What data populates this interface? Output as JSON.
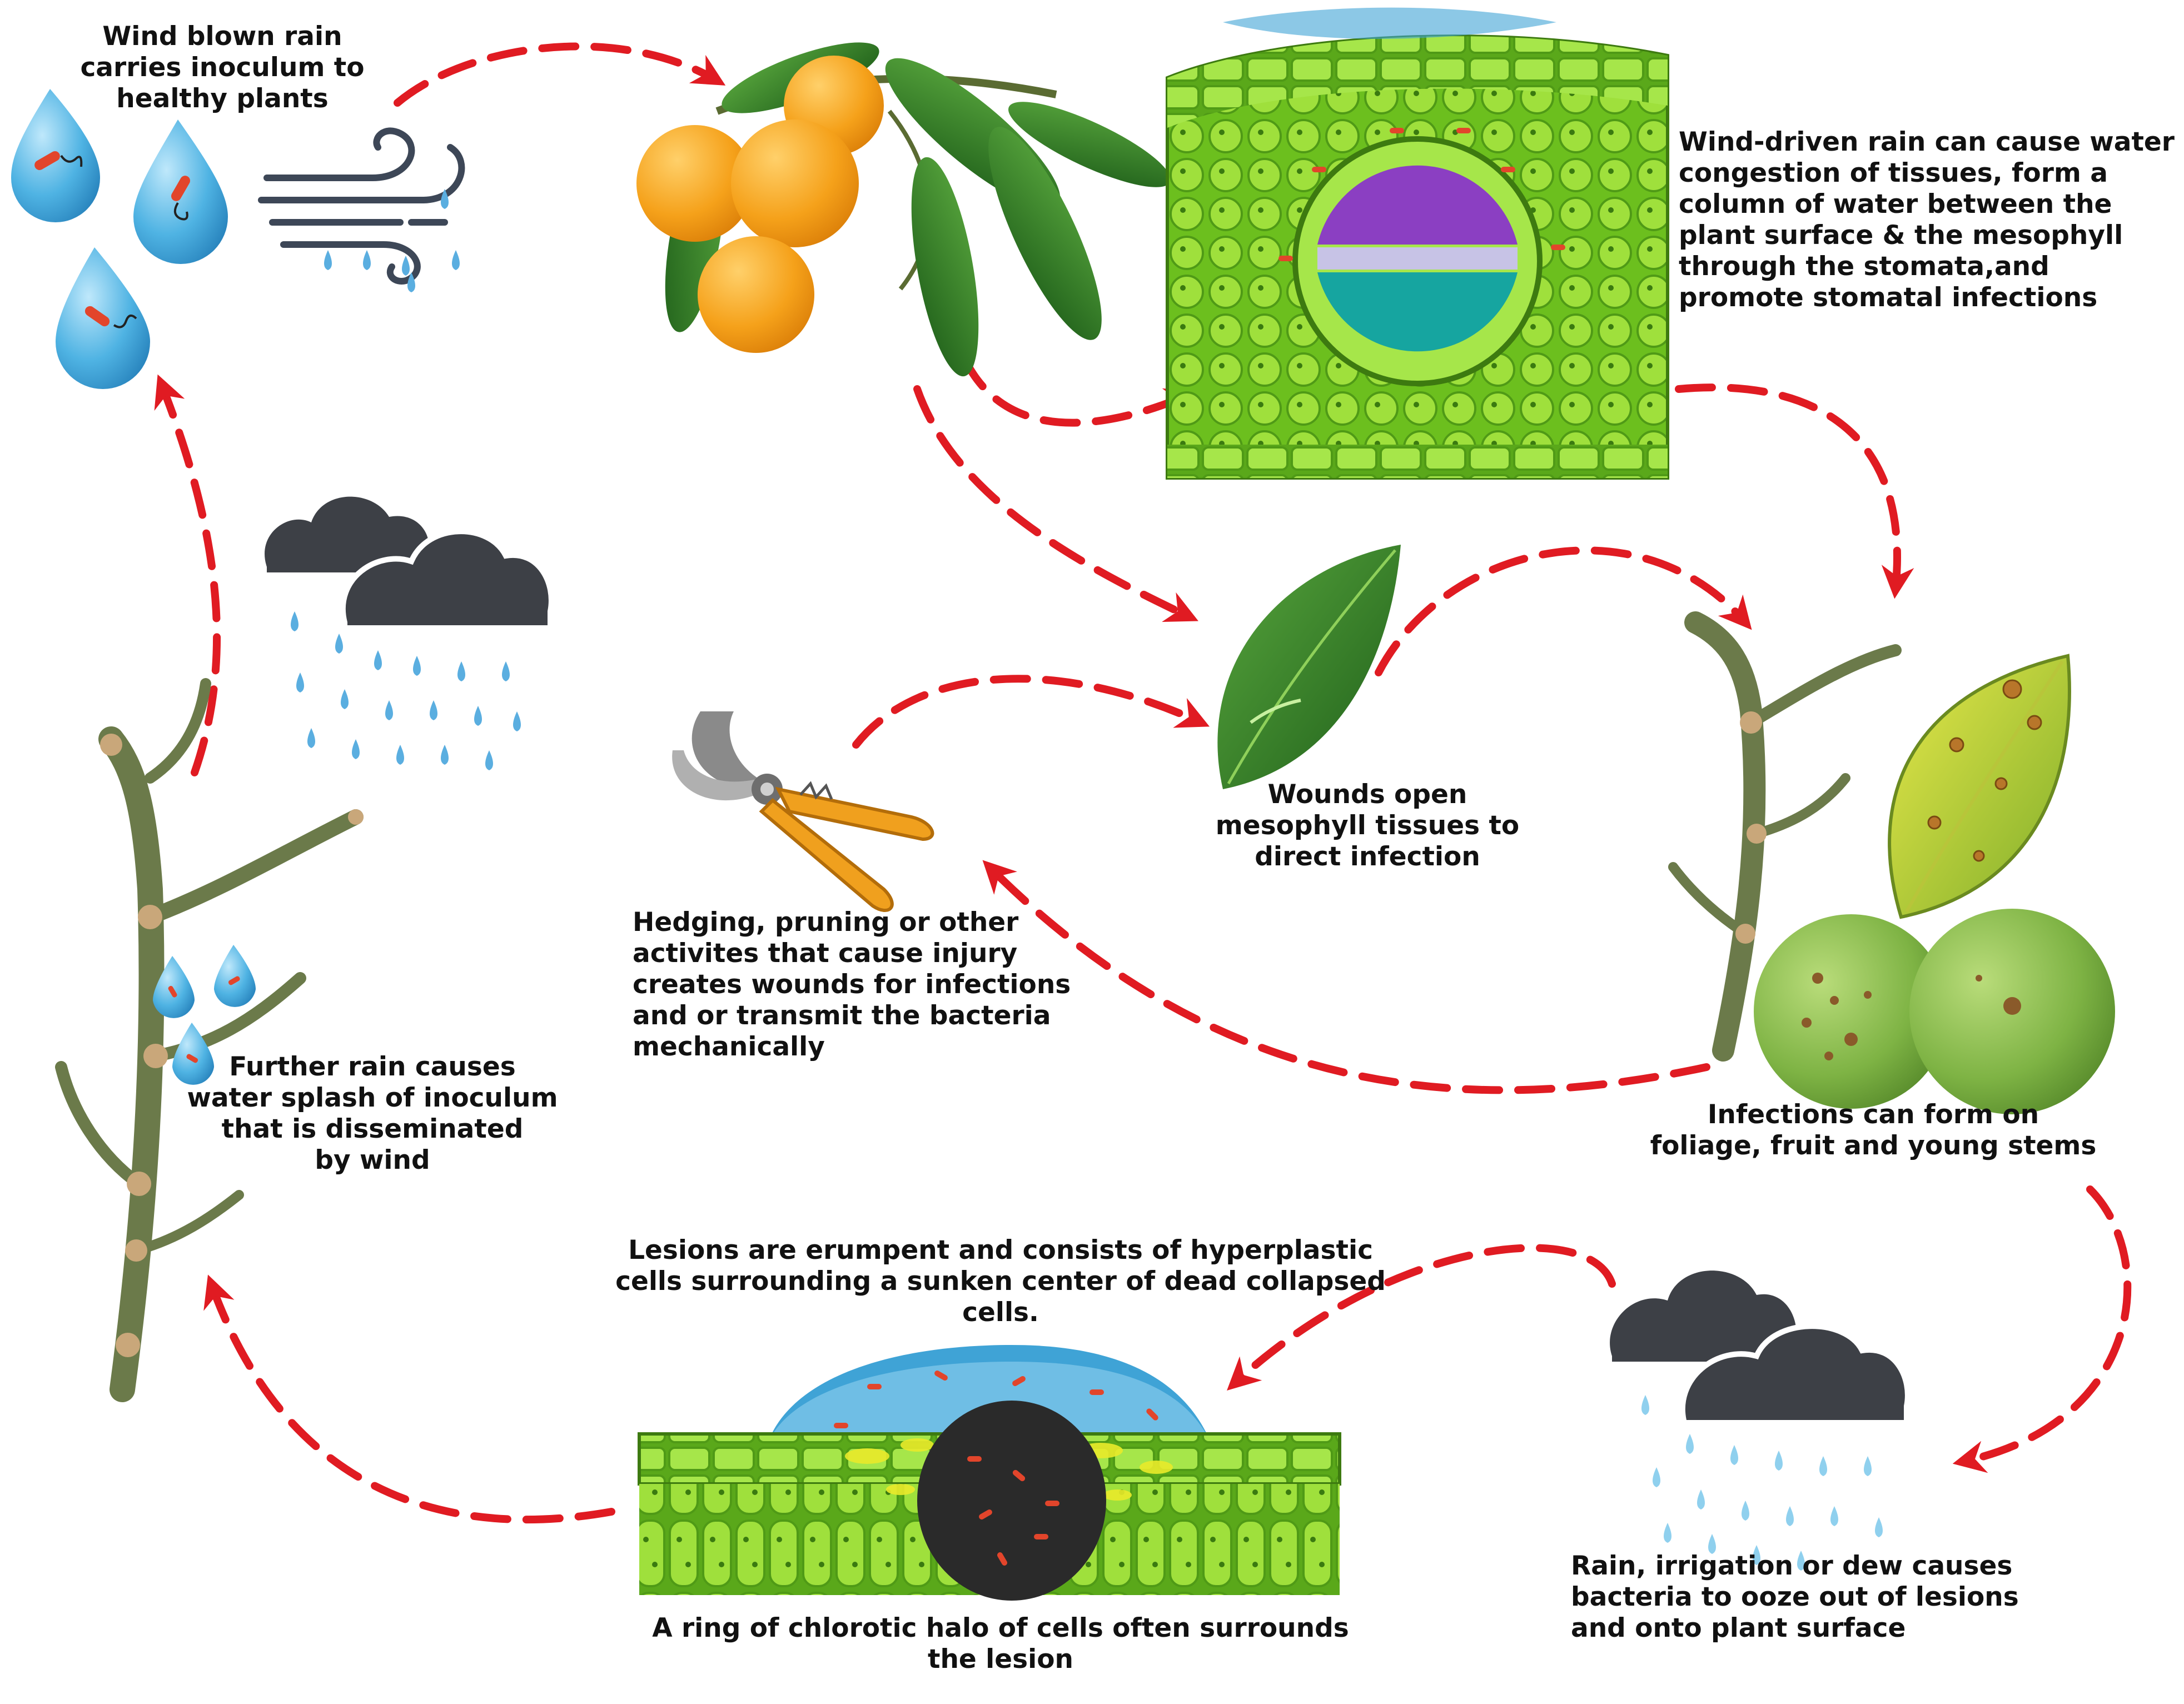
{
  "colors": {
    "arrow": "#e01b22",
    "water": "#3fa3d6",
    "water_light": "#8fd0ee",
    "cloud": "#3d4046",
    "rain": "#5aaee0",
    "cell_green": "#8fd62f",
    "cell_dark": "#5fae1c",
    "leaf_green": "#2f7d25",
    "fruit_orange": "#f39c12",
    "fruit_green": "#6fa53a",
    "bacteria": "#e2452b",
    "vein_purple": "#8b3fc2",
    "vein_teal": "#16a5a0",
    "pruner_handle": "#f0a01e",
    "pruner_blade": "#8a8a8a",
    "stem": "#6b7a4a",
    "halo_yellow": "#e9ea2a",
    "lesion_dark": "#2a2a2a",
    "text": "#111111"
  },
  "labels": {
    "wind_rain": [
      "Wind blown rain",
      "carries inoculum to",
      "healthy plants"
    ],
    "wind_driven": [
      "Wind-driven rain can cause water",
      "congestion of tissues, form a",
      "column of water between the",
      "plant surface & the mesophyll",
      "through the stomata,and",
      "promote stomatal infections"
    ],
    "wounds": [
      "Wounds open",
      "mesophyll tissues to",
      "direct infection"
    ],
    "hedging": [
      "Hedging, pruning or other",
      "activites that cause injury",
      "creates wounds for infections",
      "and or transmit the bacteria",
      "mechanically"
    ],
    "further_rain": [
      "Further rain causes",
      "water splash of inoculum",
      "that is disseminated",
      "by wind"
    ],
    "infections": [
      "Infections can form on",
      "foliage, fruit and young stems"
    ],
    "lesions": [
      "Lesions are erumpent and consists of hyperplastic",
      "cells surrounding a sunken center of dead collapsed",
      "cells."
    ],
    "halo": [
      "A ring of chlorotic halo of cells often surrounds",
      "the lesion"
    ],
    "ooze": [
      "Rain, irrigation or dew causes",
      "bacteria to ooze out of lesions",
      "and onto plant surface"
    ]
  },
  "icons": [
    "water-drop-bacteria-icon",
    "wind-icon",
    "rain-cloud-icon",
    "pruning-shears-icon",
    "orange-branch-icon",
    "leaf-icon",
    "leaf-cross-section-icon",
    "lesion-cross-section-icon",
    "infected-leaf-icon",
    "infected-fruit-icon",
    "bare-stem-icon"
  ]
}
